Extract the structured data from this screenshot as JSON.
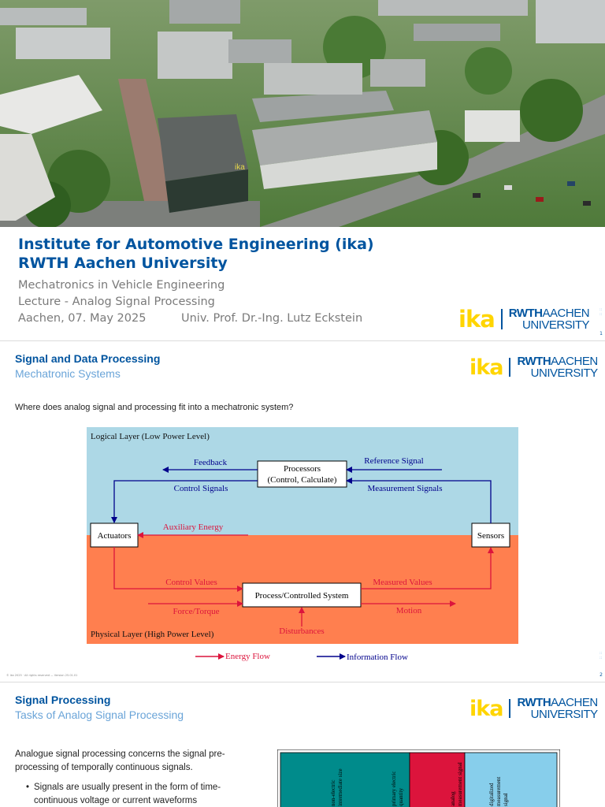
{
  "slide1": {
    "title_line1": "Institute for Automotive Engineering (ika)",
    "title_line2": "RWTH Aachen University",
    "subtitle1": "Mechatronics in Vehicle Engineering",
    "subtitle2": "Lecture - Analog Signal Processing",
    "date": "Aachen, 07. May 2025",
    "author": "Univ. Prof. Dr.-Ing. Lutz Eckstein",
    "page_number": "1",
    "photo_sign": "ika"
  },
  "logo": {
    "ika": "ika",
    "rwth": "RWTH",
    "aachen": "AACHEN",
    "university": "UNIVERSITY"
  },
  "slide2": {
    "title": "Signal and Data Processing",
    "subtitle": "Mechatronic Systems",
    "question": "Where does analog signal and processing fit into a mechatronic system?",
    "page_number": "2",
    "footer": "© ika 2025 · All rights reserved — Version 25.01.01",
    "diagram": {
      "logical_layer": "Logical Layer (Low Power Level)",
      "physical_layer": "Physical Layer (High Power Level)",
      "processors_line1": "Processors",
      "processors_line2": "(Control, Calculate)",
      "actuators": "Actuators",
      "sensors": "Sensors",
      "process": "Process/Controlled System",
      "feedback": "Feedback",
      "reference_signal": "Reference Signal",
      "control_signals": "Control Signals",
      "measurement_signals": "Measurement Signals",
      "auxiliary_energy": "Auxiliary Energy",
      "control_values": "Control Values",
      "measured_values": "Measured Values",
      "force_torque": "Force/Torque",
      "motion": "Motion",
      "disturbances": "Disturbances",
      "colors": {
        "logical_bg": "#ADD8E6",
        "physical_bg": "#FF7F4F",
        "info_arrow": "#00008B",
        "energy_arrow": "#DC143C"
      }
    },
    "legend": {
      "energy_flow": "Energy Flow",
      "information_flow": "Information Flow"
    }
  },
  "slide3": {
    "title": "Signal Processing",
    "subtitle": "Tasks of Analog Signal Processing",
    "paragraph_line1": "Analogue signal processing concerns the signal pre-",
    "paragraph_line2": "processing of temporally continuous signals.",
    "bullet1_line1": "Signals are usually present in the form of time-",
    "bullet1_line2": "continuous voltage or current waveforms",
    "chain_labels": {
      "col1_a": "non-electric",
      "col1_b": "intermediate size",
      "col2_a": "primary electric",
      "col2_b": "quantity",
      "col3_a": "analog",
      "col3_b": "measurement signal",
      "col4_a": "digitalized",
      "col4_b": "measurement",
      "col4_c": "signal"
    }
  }
}
